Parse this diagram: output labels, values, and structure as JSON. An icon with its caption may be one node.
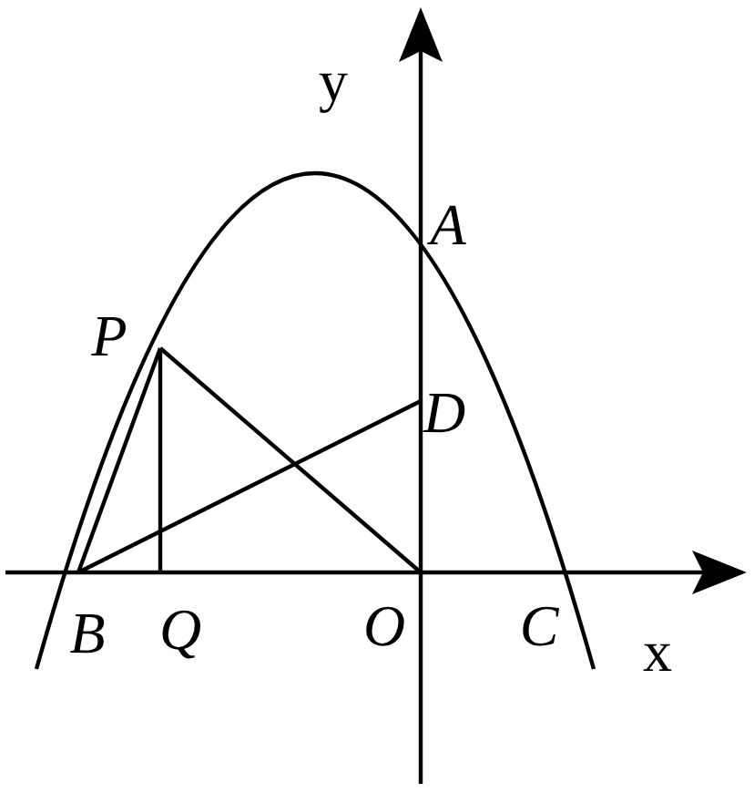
{
  "diagram": {
    "labels": [
      "y",
      "A",
      "P",
      "D",
      "B",
      "Q",
      "O",
      "C",
      "x"
    ]
  }
}
